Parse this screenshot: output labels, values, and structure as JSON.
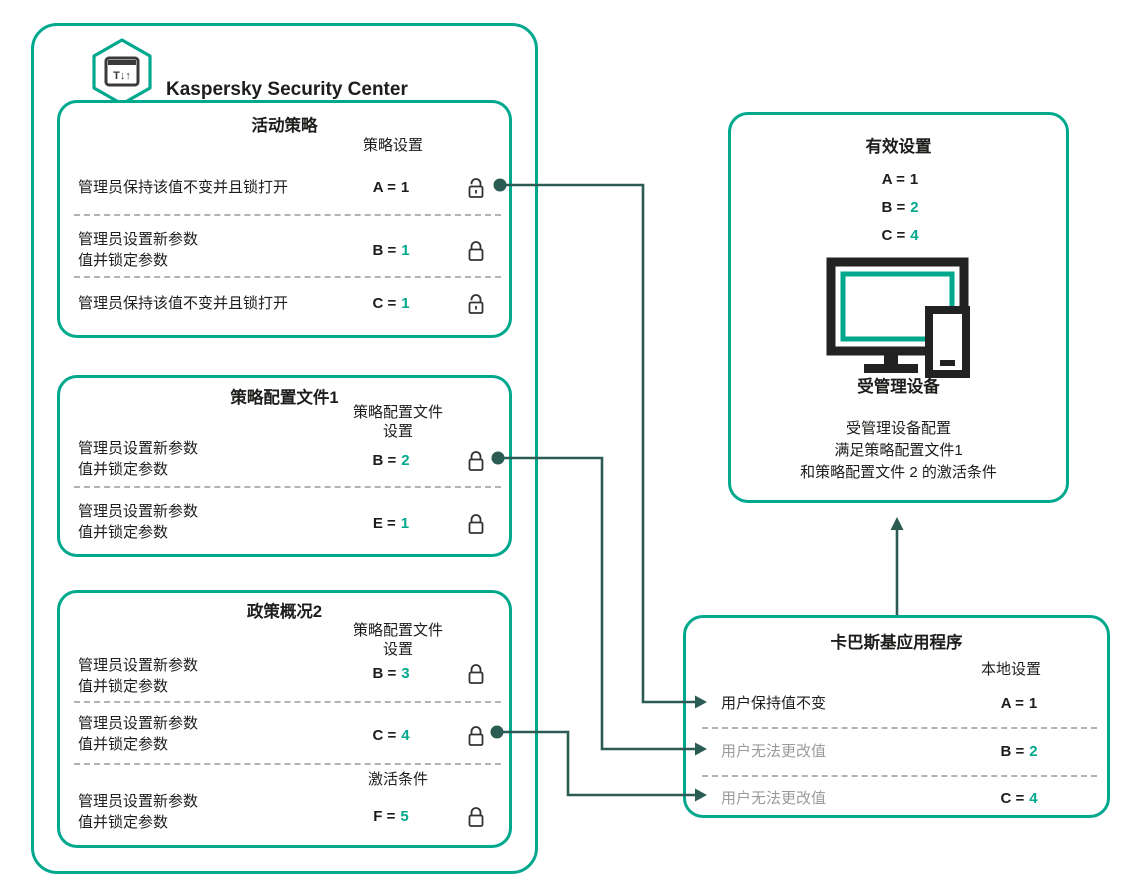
{
  "colors": {
    "brand_teal": "#00a88e",
    "connector_green": "#2b5c53",
    "text_black": "#1d1d1b",
    "muted_gray": "#9b9b9b"
  },
  "ksc": {
    "title": "Kaspersky Security Center",
    "icon": "ksc-hexagon-app-icon",
    "icon_glyph": "T↓↑"
  },
  "active_policy": {
    "title": "活动策略",
    "column_header": "策略设置",
    "rows": [
      {
        "label": "管理员保持该值不变并且锁打开",
        "param": "A =",
        "value": "1",
        "accent": false,
        "lock": "open"
      },
      {
        "label": "管理员设置新参数\n值并锁定参数",
        "param": "B =",
        "value": "1",
        "accent": true,
        "lock": "closed"
      },
      {
        "label": "管理员保持该值不变并且锁打开",
        "param": "C =",
        "value": "1",
        "accent": true,
        "lock": "open"
      }
    ]
  },
  "profile1": {
    "title": "策略配置文件1",
    "column_header": "策略配置文件\n设置",
    "rows": [
      {
        "label": "管理员设置新参数\n值并锁定参数",
        "param": "B =",
        "value": "2",
        "accent": true,
        "lock": "closed"
      },
      {
        "label": "管理员设置新参数\n值并锁定参数",
        "param": "E =",
        "value": "1",
        "accent": true,
        "lock": "closed"
      }
    ]
  },
  "profile2": {
    "title": "政策概况2",
    "column_header": "策略配置文件\n设置",
    "activation_header": "激活条件",
    "rows": [
      {
        "label": "管理员设置新参数\n值并锁定参数",
        "param": "B =",
        "value": "3",
        "accent": true,
        "lock": "closed"
      },
      {
        "label": "管理员设置新参数\n值并锁定参数",
        "param": "C =",
        "value": "4",
        "accent": true,
        "lock": "closed"
      },
      {
        "label": "管理员设置新参数\n值并锁定参数",
        "param": "F =",
        "value": "5",
        "accent": true,
        "lock": "closed"
      }
    ]
  },
  "effective": {
    "title": "有效设置",
    "values": [
      {
        "param": "A =",
        "value": "1",
        "accent": false
      },
      {
        "param": "B =",
        "value": "2",
        "accent": true
      },
      {
        "param": "C =",
        "value": "4",
        "accent": true
      }
    ],
    "device_icon": "monitor-and-phone-icon",
    "device_label": "受管理设备",
    "description": "受管理设备配置\n满足策略配置文件1\n和策略配置文件 2 的激活条件"
  },
  "app": {
    "title": "卡巴斯基应用程序",
    "column_header": "本地设置",
    "rows": [
      {
        "label": "用户保持值不变",
        "muted": false,
        "param": "A =",
        "value": "1",
        "accent": false
      },
      {
        "label": "用户无法更改值",
        "muted": true,
        "param": "B =",
        "value": "2",
        "accent": true
      },
      {
        "label": "用户无法更改值",
        "muted": true,
        "param": "C =",
        "value": "4",
        "accent": true
      }
    ]
  }
}
